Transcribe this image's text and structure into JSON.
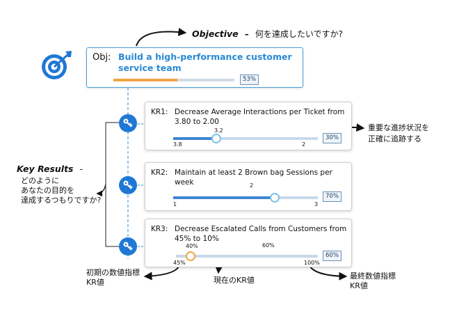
{
  "objective_heading": {
    "label": "Objective",
    "dash": "–",
    "question": "何を達成したいですか?"
  },
  "objective": {
    "prefix": "Obj:",
    "title": "Build a high-performance customer service team",
    "progress": 0.53,
    "percent": "53%"
  },
  "key_results_heading": {
    "label": "Key Results",
    "dash": "-",
    "question_lines": [
      "どのように",
      "あなたの目的を",
      "達成するつもりですか?"
    ]
  },
  "key_results": [
    {
      "id": "KR1:",
      "title": "Decrease Average Interactions per Ticket from 3.80 to 2.00",
      "start_label": "3.8",
      "end_label": "2",
      "current_label": "3.2",
      "progress": 0.3,
      "percent": "30%"
    },
    {
      "id": "KR2:",
      "title": "Maintain at least 2 Brown bag Sessions per week",
      "start_label": "1",
      "end_label": "3",
      "current_label": "2",
      "progress": 0.7,
      "percent": "70%"
    },
    {
      "id": "KR3:",
      "title": "Decrease Escalated Calls from Customers from 45% to 10%",
      "start_label": "45%",
      "end_label": "100%",
      "current_label": "40%",
      "target_label": "60%",
      "progress": 0.0,
      "percent": "60%"
    }
  ],
  "annotations": {
    "progress_note_lines": [
      "重要な進捗状況を",
      "正確に追跡する"
    ],
    "initial_value_lines": [
      "初期の数値指標",
      "KR値"
    ],
    "current_value": "現在のKR値",
    "final_value_lines": [
      "最終数値指標",
      "KR値"
    ]
  },
  "colors": {
    "accent_blue": "#1f78d4",
    "objective_bar": "#f0a449",
    "objective_title": "#2a8ad4",
    "kr_fill": "#3d86d0",
    "knob_ring": "#7cc3e6"
  },
  "icons": {
    "target": "target-icon",
    "key": "key-icon"
  }
}
